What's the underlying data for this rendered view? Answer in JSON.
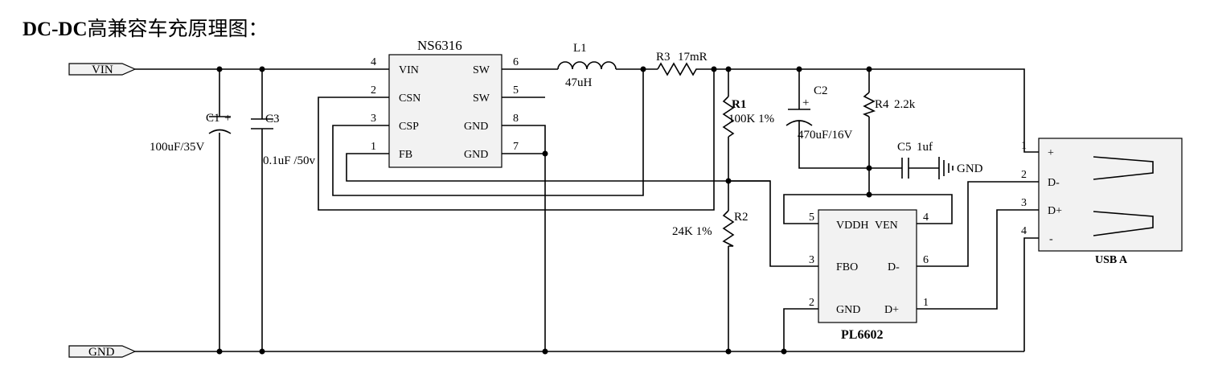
{
  "title": {
    "bold": "DC-DC",
    "rest": "高兼容车充原理图："
  },
  "ports": {
    "vin": "VIN",
    "gnd": "GND"
  },
  "ns6316": {
    "name": "NS6316",
    "left_pins": [
      {
        "num": "4",
        "name": "VIN"
      },
      {
        "num": "2",
        "name": "CSN"
      },
      {
        "num": "3",
        "name": "CSP"
      },
      {
        "num": "1",
        "name": "FB"
      }
    ],
    "right_pins": [
      {
        "num": "6",
        "name": "SW"
      },
      {
        "num": "5",
        "name": "SW"
      },
      {
        "num": "8",
        "name": "GND"
      },
      {
        "num": "7",
        "name": "GND"
      }
    ]
  },
  "pl6602": {
    "name": "PL6602",
    "left_pins": [
      {
        "num": "5",
        "name": "VDDH"
      },
      {
        "num": "3",
        "name": "FBO"
      },
      {
        "num": "2",
        "name": "GND"
      }
    ],
    "right_pins": [
      {
        "num": "4",
        "name": "VEN"
      },
      {
        "num": "6",
        "name": "D-"
      },
      {
        "num": "1",
        "name": "D+"
      }
    ]
  },
  "usb": {
    "name": "USB  A",
    "pins": [
      {
        "num": "1",
        "name": "+"
      },
      {
        "num": "2",
        "name": "D-"
      },
      {
        "num": "3",
        "name": "D+"
      },
      {
        "num": "4",
        "name": "-"
      }
    ]
  },
  "components": {
    "L1": {
      "ref": "L1",
      "value": "47uH"
    },
    "R3": {
      "ref": "R3",
      "value": "17mR"
    },
    "C1": {
      "ref": "C1",
      "plus": "+",
      "value": "100uF/35V"
    },
    "C3": {
      "ref": "C3",
      "value": "0.1uF /50v"
    },
    "R1": {
      "ref": "R1",
      "value": "100K  1%"
    },
    "R2": {
      "ref": "R2",
      "value": "24K  1%"
    },
    "C2": {
      "ref": "C2",
      "plus": "+",
      "value": "470uF/16V"
    },
    "R4": {
      "ref": "R4",
      "value": "2.2k"
    },
    "C5": {
      "ref": "C5",
      "value": "1uf"
    },
    "gnd_symbol": {
      "label": "GND"
    }
  }
}
